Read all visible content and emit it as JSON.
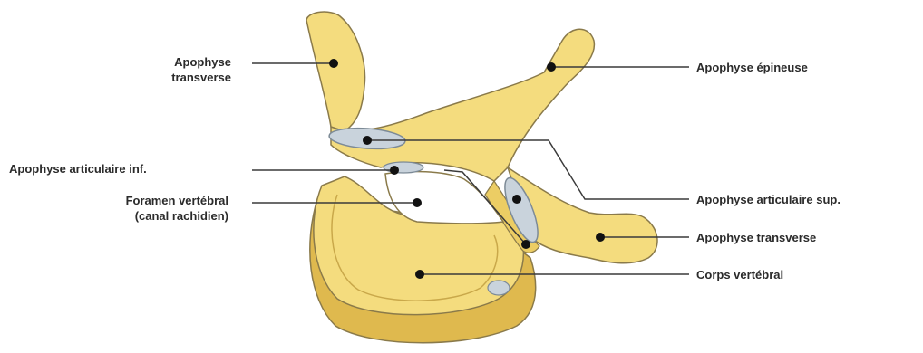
{
  "labels": {
    "transverse_left": [
      "Apophyse",
      "transverse"
    ],
    "epineuse": "Apophyse épineuse",
    "articulaire_inf": "Apophyse articulaire inf.",
    "foramen": [
      "Foramen vertébral",
      "(canal rachidien)"
    ],
    "articulaire_sup": "Apophyse articulaire sup.",
    "transverse_right": "Apophyse transverse",
    "corps": "Corps vertébral"
  },
  "colors": {
    "bone": "#f4dc7e",
    "bone_shade": "#dfb94e",
    "outline": "#8a7a4a",
    "facet": "#c9d3dc",
    "leader": "#3a3a3a"
  }
}
